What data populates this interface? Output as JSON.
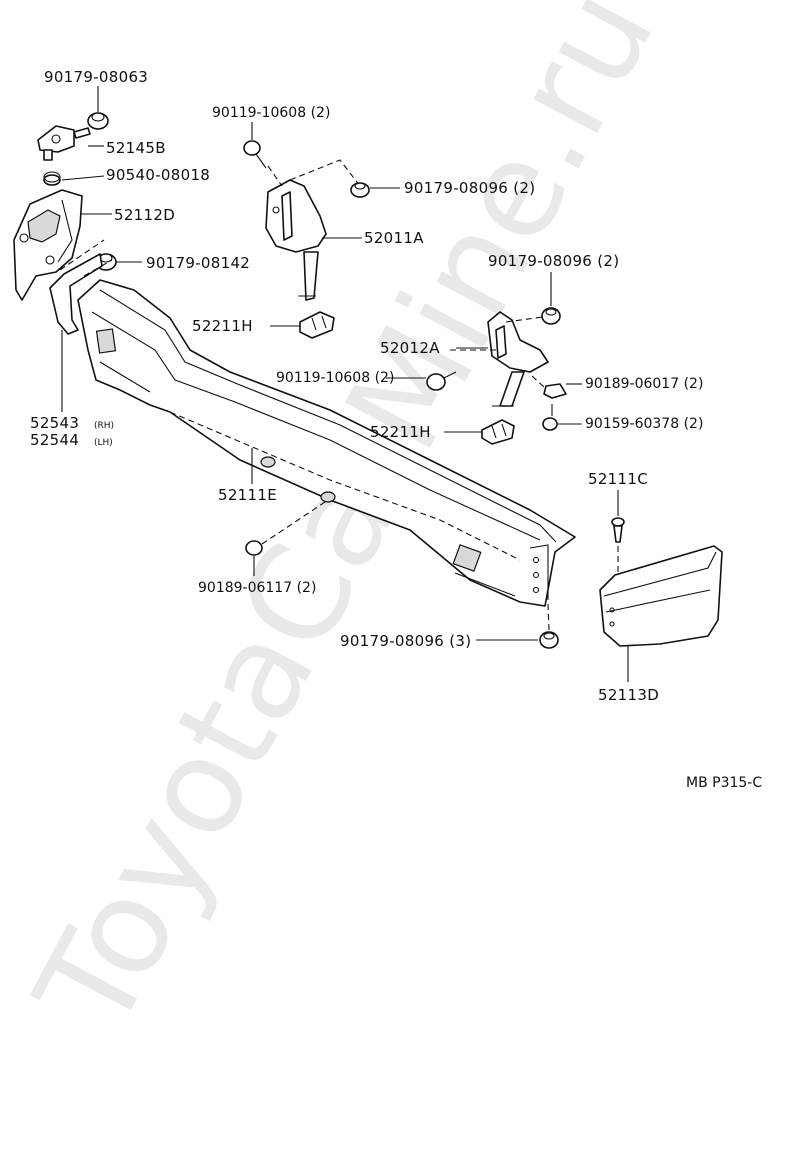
{
  "watermark": "ToyotaCarMine.ru",
  "diagram_code": "MB P315-C",
  "labels": {
    "p90179_08063": "90179-08063",
    "p52145B": "52145B",
    "p90540_08018": "90540-08018",
    "p52112D": "52112D",
    "p90179_08142": "90179-08142",
    "p52543": "52543",
    "p52543_suffix": "(RH)",
    "p52544": "52544",
    "p52544_suffix": "(LH)",
    "p90119_10608_top": "90119-10608 (2)",
    "p90179_08096_top": "90179-08096 (2)",
    "p52011A": "52011A",
    "p52211H_top": "52211H",
    "p90179_08096_mid": "90179-08096 (2)",
    "p52012A": "52012A",
    "p90119_10608_mid": "90119-10608 (2)",
    "p90189_06017": "90189-06017 (2)",
    "p52211H_mid": "52211H",
    "p90159_60378": "90159-60378 (2)",
    "p52111E": "52111E",
    "p90189_06117": "90189-06117 (2)",
    "p90179_08096_bot": "90179-08096 (3)",
    "p52111C": "52111C",
    "p52113D": "52113D"
  }
}
